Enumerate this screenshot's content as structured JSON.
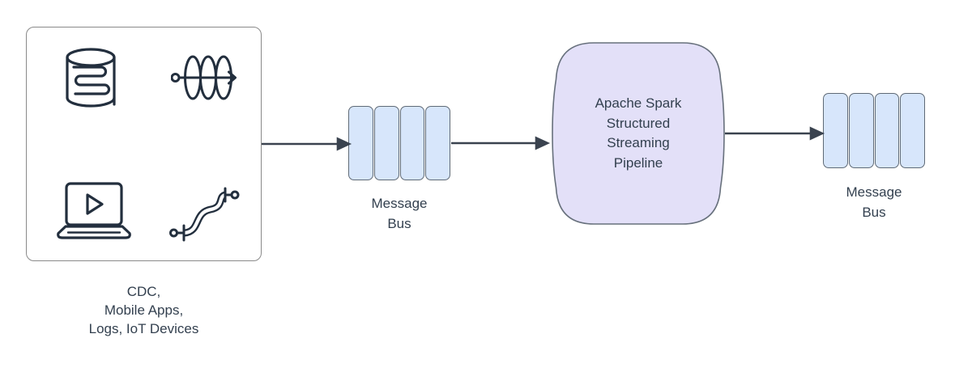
{
  "title": "Streaming data architecture diagram",
  "colors": {
    "canvas_bg": "#ffffff",
    "box_border": "#8a8a8a",
    "bus_fill": "#d7e6fb",
    "bus_border": "#5f6a76",
    "spark_fill": "#e3e0f8",
    "spark_border": "#67707c",
    "arrow": "#3a434f",
    "icon": "#232f3e",
    "text": "#33404f"
  },
  "nodes": {
    "sources": {
      "label_lines": [
        "CDC,",
        "Mobile Apps,",
        "Logs, IoT Devices"
      ],
      "icons": [
        "database-icon",
        "data-stream-icon",
        "laptop-media-icon",
        "data-pipeline-icon"
      ]
    },
    "message_bus_left": {
      "label_lines": [
        "Message",
        "Bus"
      ],
      "partitions": 4
    },
    "spark_pipeline": {
      "label_lines": [
        "Apache Spark",
        "Structured",
        "Streaming",
        "Pipeline"
      ]
    },
    "message_bus_right": {
      "label_lines": [
        "Message",
        "Bus"
      ],
      "partitions": 4
    }
  },
  "arrows": [
    {
      "from": "sources",
      "to": "message_bus_left"
    },
    {
      "from": "message_bus_left",
      "to": "spark_pipeline"
    },
    {
      "from": "spark_pipeline",
      "to": "message_bus_right"
    }
  ]
}
